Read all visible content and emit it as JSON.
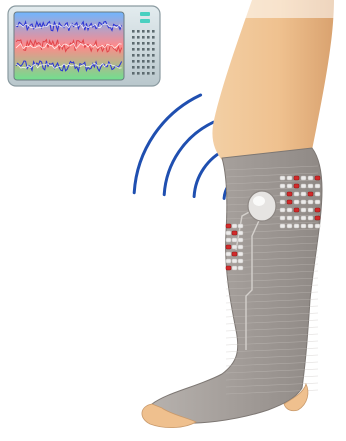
{
  "scene": {
    "monitor": {
      "traces": [
        {
          "color": "#2a33d6",
          "amplitude": 0.55
        },
        {
          "color": "#e0454a",
          "amplitude": 0.7
        },
        {
          "color": "#2a33d6",
          "amplitude": 0.6
        }
      ],
      "bands": [
        "#6fb6ff",
        "#ff7d7d",
        "#6fe08f"
      ],
      "status_lights": 2
    },
    "wireless_signal": {
      "arcs": 4,
      "color": "#1f4fb0"
    },
    "leg": {
      "skin_color": "#f0c79a",
      "stocking_color": "#a9a39f"
    },
    "sensor_arrays": [
      {
        "label": "upper-calf-array",
        "red_electrodes": 9,
        "white_electrodes": 18
      },
      {
        "label": "lower-side-array",
        "red_electrodes": 5,
        "white_electrodes": 10
      }
    ],
    "hub": {
      "label": "wireless-hub"
    }
  }
}
